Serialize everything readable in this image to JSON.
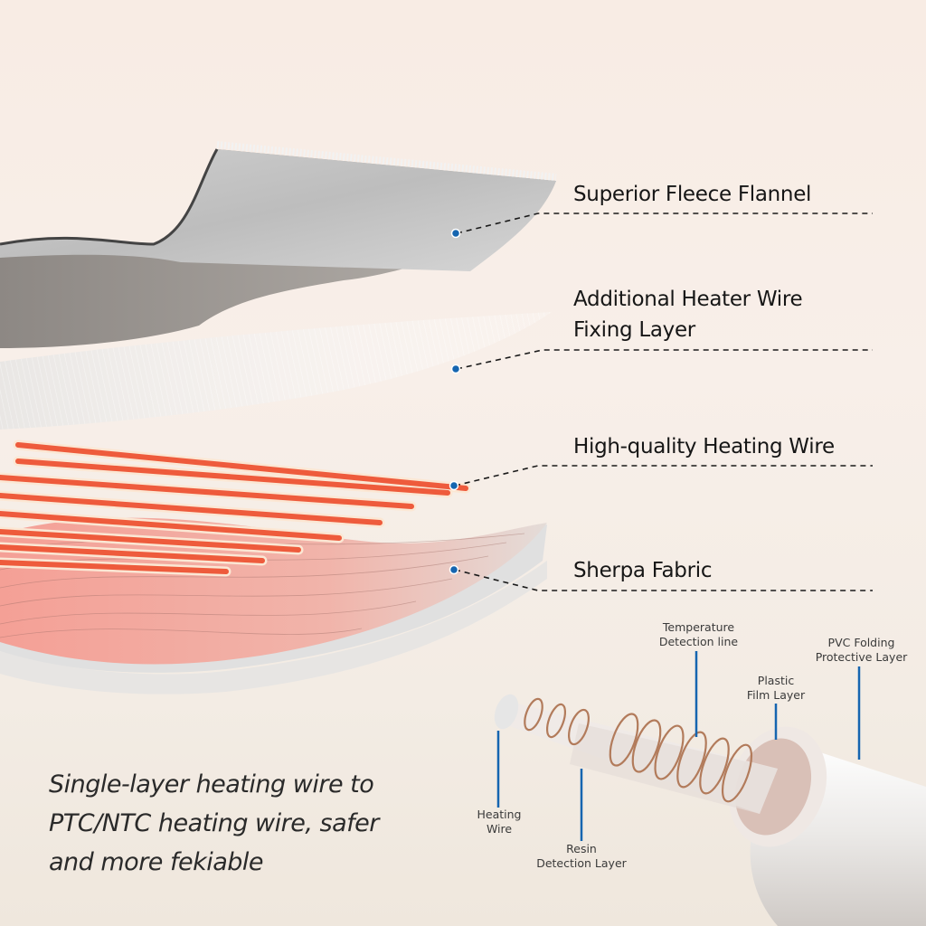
{
  "layers": [
    {
      "label_line1": "Superior Fleece Flannel",
      "label_line2": ""
    },
    {
      "label_line1": "Additional Heater Wire",
      "label_line2": "Fixing Layer"
    },
    {
      "label_line1": "High-quality Heating Wire",
      "label_line2": ""
    },
    {
      "label_line1": "Sherpa Fabric",
      "label_line2": ""
    }
  ],
  "cable_callouts": {
    "temperature_detection": {
      "line1": "Temperature",
      "line2": "Detection line"
    },
    "pvc_layer": {
      "line1": "PVC Folding",
      "line2": "Protective Layer"
    },
    "plastic_film": {
      "line1": "Plastic",
      "line2": "Film Layer"
    },
    "heating_wire": {
      "line1": "Heating",
      "line2": "Wire"
    },
    "resin_layer": {
      "line1": "Resin",
      "line2": "Detection Layer"
    }
  },
  "caption": {
    "line1": "Single-layer heating wire to",
    "line2": "PTC/NTC heating wire, safer",
    "line3": "and more fekiable"
  },
  "colors": {
    "marker_blue": "#1565b0",
    "heating_wire": "#f0603f",
    "fleece_gray": "#b9b9b9",
    "background": "#f8ede6"
  }
}
